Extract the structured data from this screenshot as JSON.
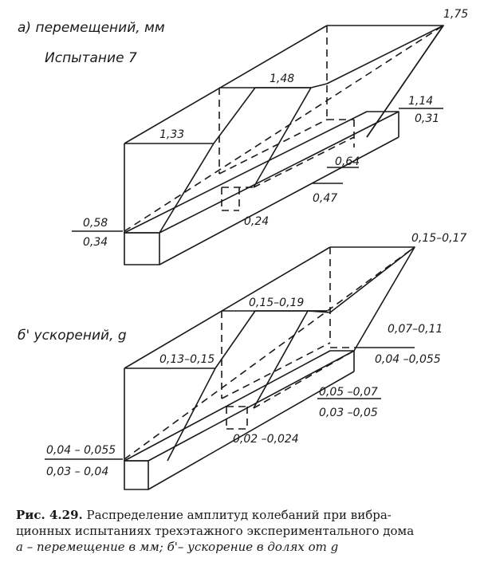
{
  "panel_a": {
    "title": "а) перемещений, мм",
    "subtitle": "Испытание 7",
    "values": {
      "top_right": "1,75",
      "floor3_mid": "1,48",
      "floor2_left": "1,33",
      "right_upper": "1,14",
      "right_lower": "0,31",
      "mid_upper": "0,64",
      "mid_lower": "0,47",
      "left_upper": "0,58",
      "left_lower": "0,34",
      "bottom_small": "0,24"
    }
  },
  "panel_b": {
    "title": "б' ускорений, g",
    "values": {
      "top_right": "0,15–0,17",
      "floor3_mid": "0,15–0,19",
      "floor2_left": "0,13–0,15",
      "right_upper": "0,07–0,11",
      "right_lower": "0,04 –0,055",
      "mid_upper": "0,05 –0,07",
      "mid_lower": "0,03 –0,05",
      "left_upper": "0,04 – 0,055",
      "left_lower": "0,03 – 0,04",
      "bottom_small": "0,02 –0,024"
    }
  },
  "caption": {
    "figure_no": "Рис. 4.29.",
    "line1": " Распределение амплитуд колебаний при вибра-",
    "line2": "ционных испытаниях трехэтажного экспериментального дома",
    "line3": "а – перемещение в мм;  б'– ускорение в долях от g"
  },
  "colors": {
    "ink": "#1a1a1a",
    "paper": "#ffffff"
  }
}
